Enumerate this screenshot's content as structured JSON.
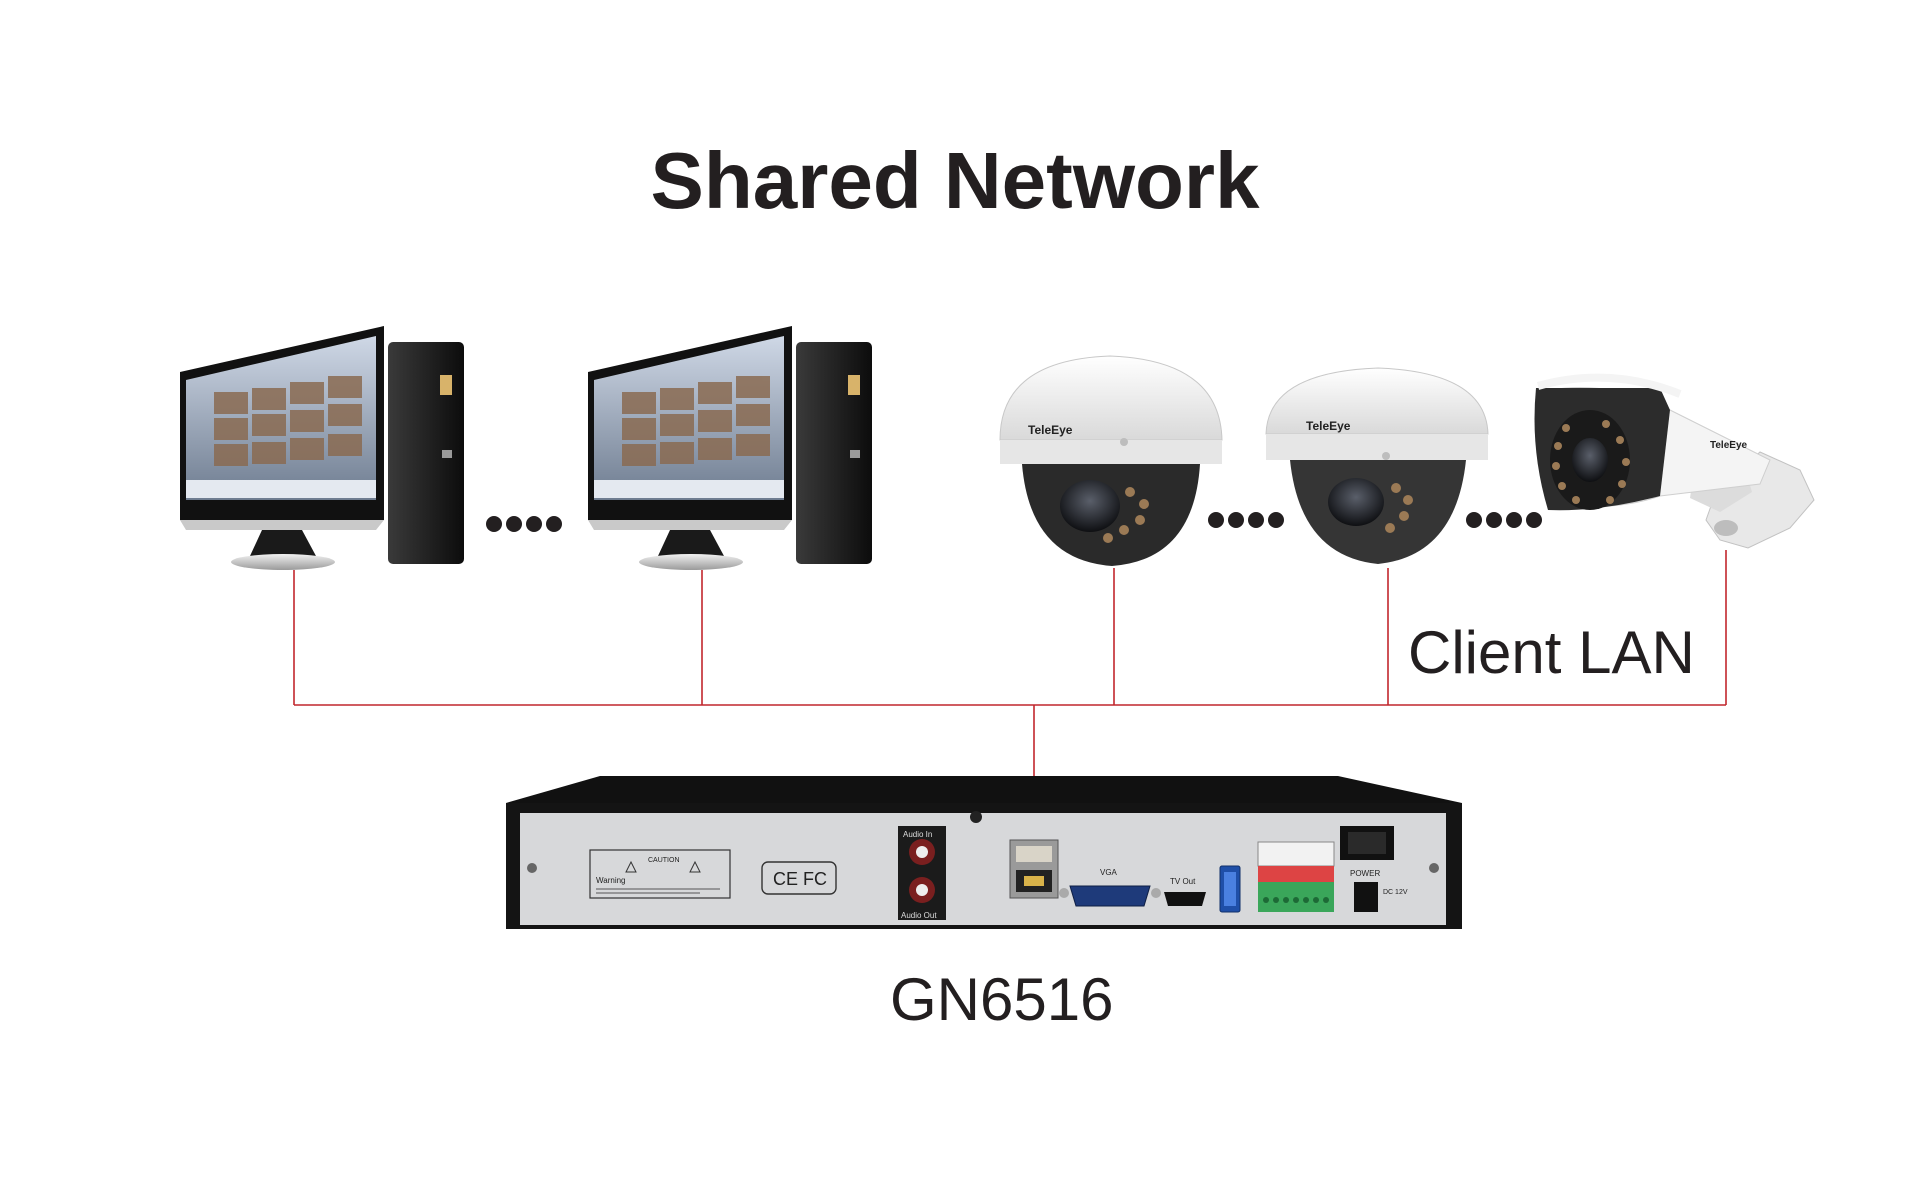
{
  "title": "Shared Network",
  "network_label": "Client LAN",
  "nvr_model": "GN6516",
  "colors": {
    "line": "#c1272d",
    "text": "#231f20",
    "device_dark": "#1c1c1c",
    "panel": "#d7d8da"
  },
  "devices": {
    "pc_count": 2,
    "camera_brand": "TeleEye",
    "cameras": [
      "dome-camera",
      "dome-camera",
      "bullet-camera"
    ]
  },
  "nvr_panel": {
    "audio_in": "Audio In",
    "audio_out": "Audio Out",
    "vga": "VGA",
    "tv_out": "TV Out",
    "power": "POWER",
    "dc": "DC 12V",
    "caution": "CAUTION",
    "warning": "Warning",
    "cert": "CE FC"
  }
}
